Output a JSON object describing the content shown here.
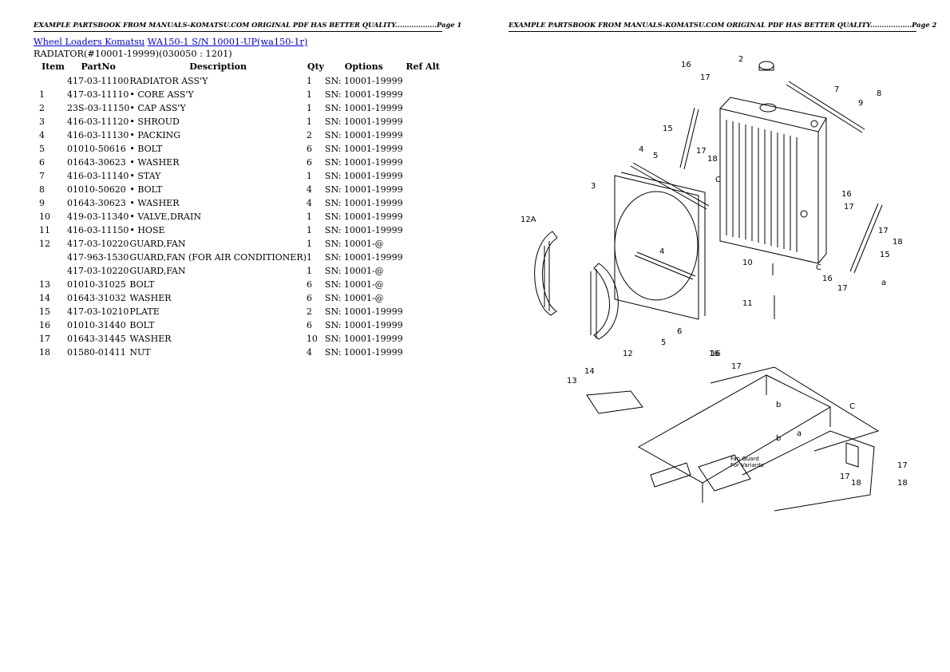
{
  "header": {
    "page1": "EXAMPLE PARTSBOOK FROM MANUALS-KOMATSU.COM ORIGINAL PDF HAS BETTER QUALITY..................Page 1",
    "page2": "EXAMPLE PARTSBOOK FROM MANUALS-KOMATSU.COM ORIGINAL PDF HAS BETTER QUALITY..................Page 2"
  },
  "breadcrumb": {
    "link1": "Wheel Loaders Komatsu",
    "link2": "WA150-1 S/N 10001-UP(wa150-1r)"
  },
  "section_title": "RADIATOR(#10001-19999)(030050 : 1201)",
  "table": {
    "headers": [
      "Item",
      "PartNo",
      "Description",
      "Qty",
      "Options",
      "Ref Alt"
    ],
    "rows": [
      [
        "",
        "417-03-11100",
        "RADIATOR ASS'Y",
        "1",
        "SN: 10001-19999",
        ""
      ],
      [
        "1",
        "417-03-11110",
        "• CORE ASS'Y",
        "1",
        "SN: 10001-19999",
        ""
      ],
      [
        "2",
        "23S-03-11150",
        "• CAP ASS'Y",
        "1",
        "SN: 10001-19999",
        ""
      ],
      [
        "3",
        "416-03-11120",
        "• SHROUD",
        "1",
        "SN: 10001-19999",
        ""
      ],
      [
        "4",
        "416-03-11130",
        "• PACKING",
        "2",
        "SN: 10001-19999",
        ""
      ],
      [
        "5",
        "01010-50616",
        "• BOLT",
        "6",
        "SN: 10001-19999",
        ""
      ],
      [
        "6",
        "01643-30623",
        "• WASHER",
        "6",
        "SN: 10001-19999",
        ""
      ],
      [
        "7",
        "416-03-11140",
        "• STAY",
        "1",
        "SN: 10001-19999",
        ""
      ],
      [
        "8",
        "01010-50620",
        "• BOLT",
        "4",
        "SN: 10001-19999",
        ""
      ],
      [
        "9",
        "01643-30623",
        "• WASHER",
        "4",
        "SN: 10001-19999",
        ""
      ],
      [
        "10",
        "419-03-11340",
        "• VALVE,DRAIN",
        "1",
        "SN: 10001-19999",
        ""
      ],
      [
        "11",
        "416-03-11150",
        "• HOSE",
        "1",
        "SN: 10001-19999",
        ""
      ],
      [
        "12",
        "417-03-10220",
        "GUARD,FAN",
        "1",
        "SN: 10001-@",
        ""
      ],
      [
        "",
        "417-963-1530",
        "GUARD,FAN (FOR AIR CONDITIONER)",
        "1",
        "SN: 10001-19999",
        ""
      ],
      [
        "",
        "417-03-10220",
        "GUARD,FAN",
        "1",
        "SN: 10001-@",
        ""
      ],
      [
        "13",
        "01010-31025",
        "BOLT",
        "6",
        "SN: 10001-@",
        ""
      ],
      [
        "14",
        "01643-31032",
        "WASHER",
        "6",
        "SN: 10001-@",
        ""
      ],
      [
        "15",
        "417-03-10210",
        "PLATE",
        "2",
        "SN: 10001-19999",
        ""
      ],
      [
        "16",
        "01010-31440",
        "BOLT",
        "6",
        "SN: 10001-19999",
        ""
      ],
      [
        "17",
        "01643-31445",
        "WASHER",
        "10",
        "SN: 10001-19999",
        ""
      ],
      [
        "18",
        "01580-01411",
        "NUT",
        "4",
        "SN: 10001-19999",
        ""
      ]
    ]
  },
  "diagram": {
    "callouts": [
      "16",
      "2",
      "17",
      "7",
      "9",
      "8",
      "15",
      "4",
      "5",
      "17",
      "18",
      "3",
      "C",
      "16",
      "17",
      "12A",
      "17",
      "18",
      "15",
      "4",
      "10",
      "C",
      "16",
      "a",
      "17",
      "11",
      "5",
      "6",
      "12",
      "16",
      "13",
      "14",
      "16",
      "17",
      "b",
      "C",
      "a",
      "b",
      "17",
      "17",
      "18",
      "18"
    ],
    "fan_note_line1": "Fan Guard",
    "fan_note_line2": "For Variants"
  }
}
